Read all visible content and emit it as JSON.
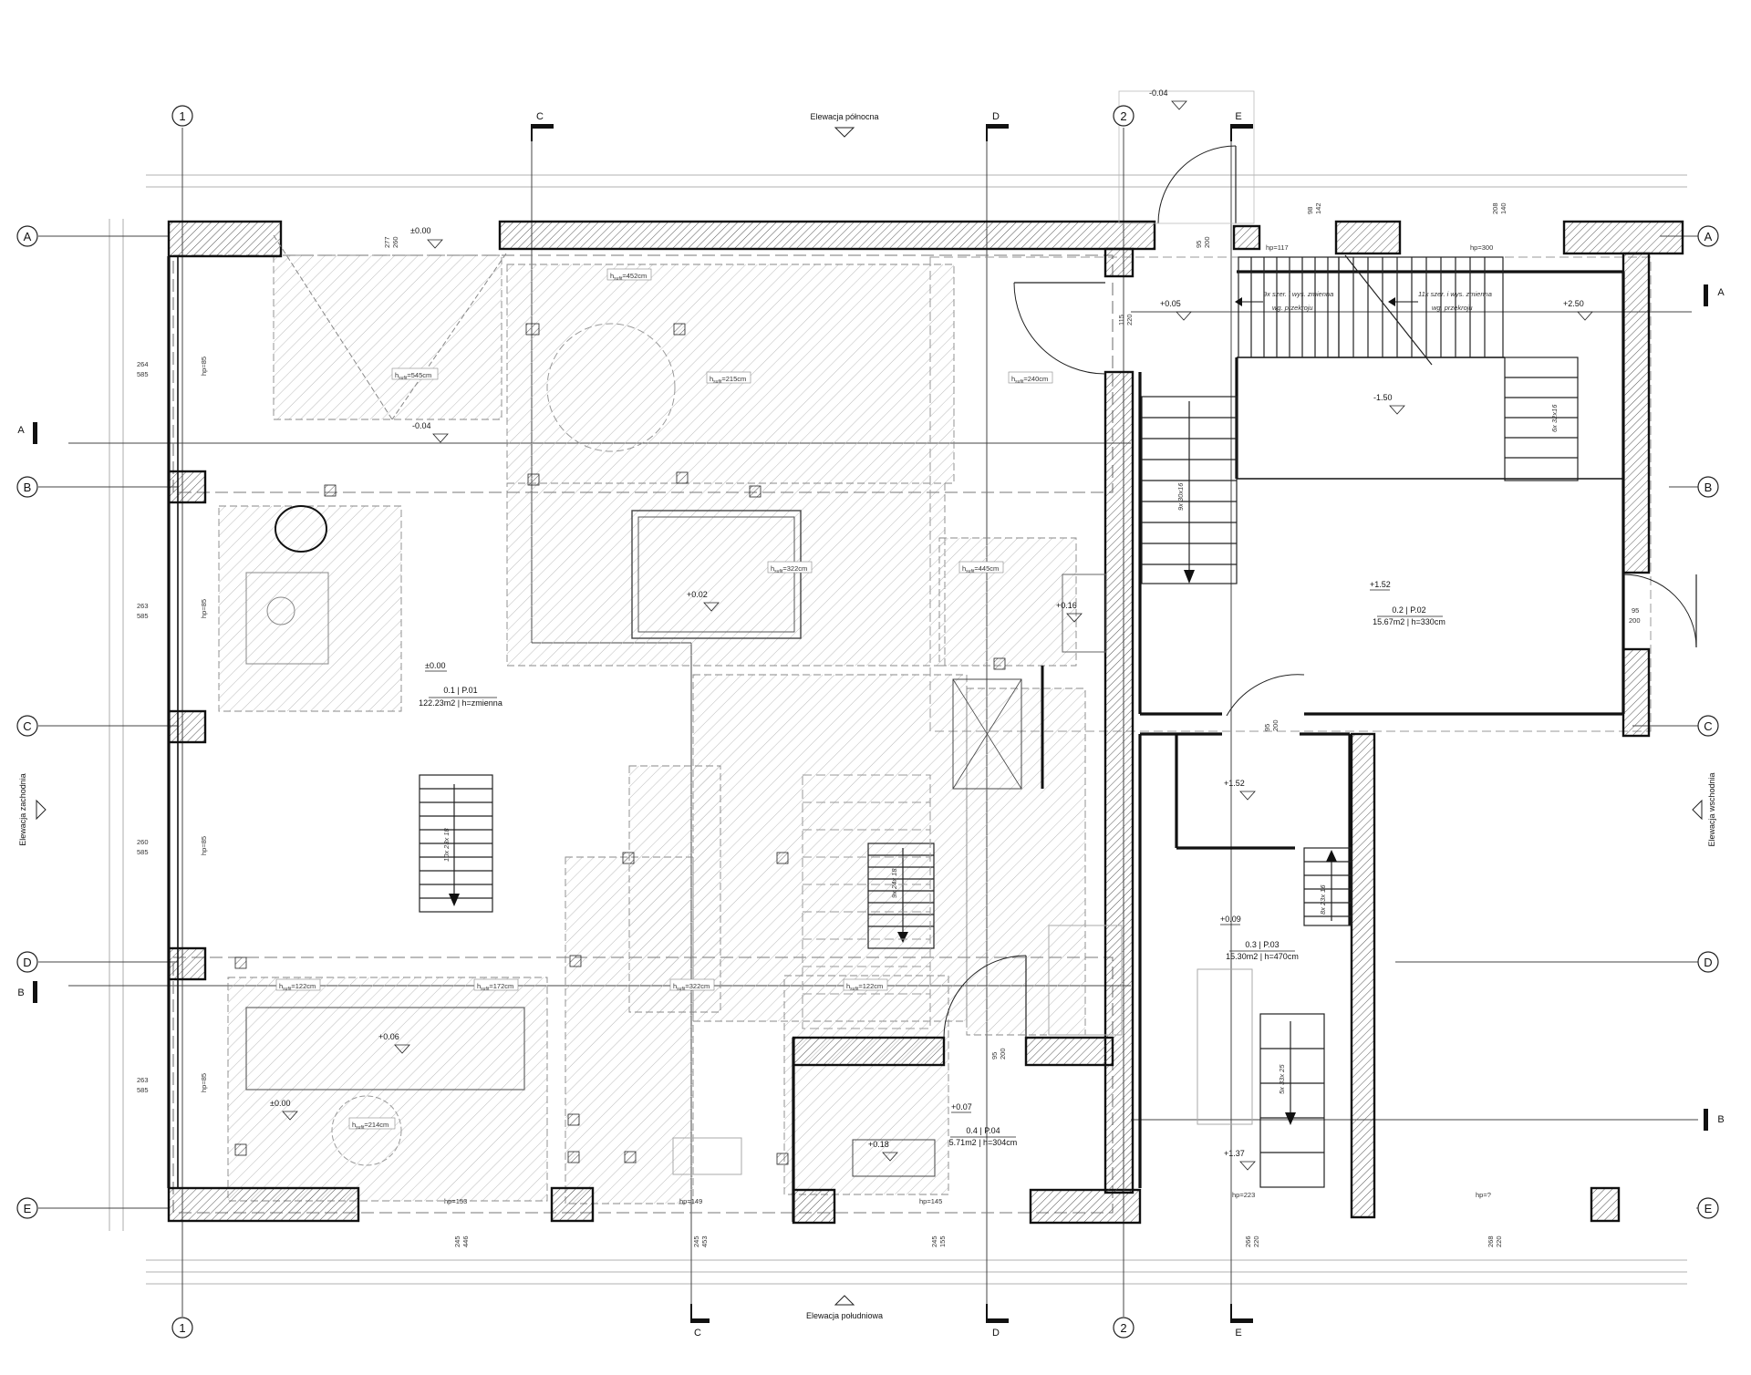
{
  "elevations": {
    "north": "Elewacja północna",
    "south": "Elewacja południowa",
    "west": "Elewacja zachodnia",
    "east": "Elewacja wschodnia"
  },
  "axes": {
    "horizontal": [
      "A",
      "B",
      "C",
      "D",
      "E"
    ],
    "vertical": [
      "1",
      "2"
    ]
  },
  "sections": {
    "c_top": "C",
    "c_bottom": "C",
    "d_top": "D",
    "d_bottom": "D",
    "e_top": "E",
    "e_bottom": "E",
    "a_left": "A",
    "a_right": "A",
    "b_left": "B",
    "b_right": "B"
  },
  "rooms": [
    {
      "level": "±0.00",
      "number": "0.1 | P.01",
      "area": "122.23m2 | h=zmienna"
    },
    {
      "level": "+1.52",
      "number": "0.2 | P.02",
      "area": "15.67m2 | h=330cm"
    },
    {
      "level": "+0.09",
      "number": "0.3 | P.03",
      "area": "15.30m2 | h=470cm"
    },
    {
      "level": "+0.07",
      "number": "0.4 | P.04",
      "area": "5.71m2 | h=304cm"
    }
  ],
  "levels": {
    "top_door": "-0.04",
    "a_wall": "±0.00",
    "center_mark": "-0.04",
    "upper_landing": "+0.05",
    "stair_top": "+2.50",
    "pit": "-1.50",
    "lift": "+0.02",
    "platform": "+0.16",
    "corridor": "+1.52",
    "lower_right": "+1.37",
    "sw_table": "+0.06",
    "sw_floor": "±0.00",
    "small_room": "+0.18"
  },
  "soffit_heights": [
    "452cm",
    "545cm",
    "215cm",
    "240cm",
    "322cm",
    "445cm",
    "122cm",
    "172cm",
    "322cm",
    "122cm",
    "214cm"
  ],
  "soffit_prefix": "h",
  "soffit_sub": "sufit",
  "stairs": {
    "upper_left": "9x szer. i wys. zmienna",
    "upper_left2": "wg. przekroju",
    "upper_right": "11x szer. i wys. zmienna",
    "upper_right2": "wg. przekroju",
    "flight_1": "9x 30x16",
    "flight_2": "6x 32x16",
    "flight_3": "10x 23x 18",
    "flight_4": "9x 24x 18",
    "flight_5": "8x 23x 16",
    "flight_6": "5x 33x 25"
  },
  "window_sills": {
    "hp_117": "hp=117",
    "hp_300": "hp=300",
    "hp_153": "hp=153",
    "hp_149": "hp=149",
    "hp_145": "hp=145",
    "hp_223": "hp=223",
    "hp_q": "hp=?",
    "hp_85": "hp=85"
  },
  "dims": {
    "d_277": "277",
    "d_260": "260",
    "d_98": "98",
    "d_142": "142",
    "d_208": "208",
    "d_140": "140",
    "d_95a": "95",
    "d_200a": "200",
    "d_115": "115",
    "d_220": "220",
    "d_264": "264",
    "d_585a": "585",
    "d_263": "263",
    "d_585b": "585",
    "d_260b": "260",
    "d_585c": "585",
    "d_263b": "263",
    "d_585d": "585",
    "d_95b": "95",
    "d_200b": "200",
    "d_95c": "95",
    "d_200c": "200",
    "d_95d": "95",
    "d_200d": "200",
    "d_245a": "245",
    "d_446": "446",
    "d_245b": "245",
    "d_453": "453",
    "d_245c": "245",
    "d_155": "155",
    "d_266": "266",
    "d_220b": "220",
    "d_268": "268",
    "d_220c": "220"
  }
}
